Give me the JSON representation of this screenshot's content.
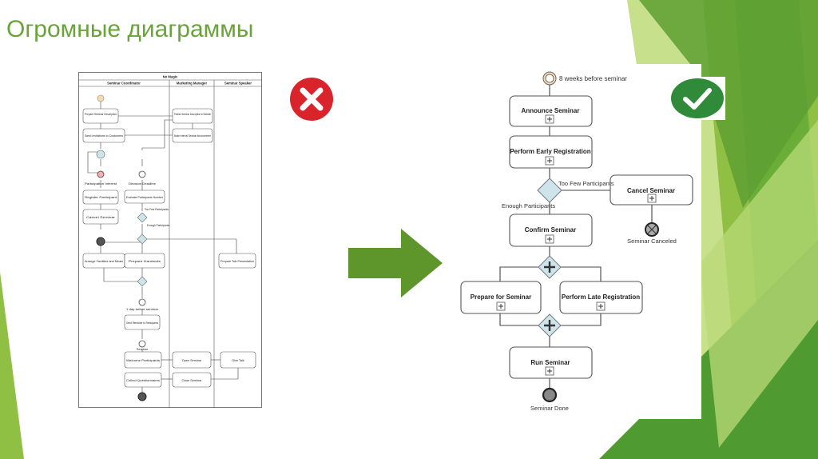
{
  "slide": {
    "title": "Огромные диаграммы"
  },
  "left_diagram": {
    "header": "No Magic",
    "lanes": [
      "Seminar Coordinator",
      "Marketing Manager",
      "Seminar Speaker"
    ],
    "nodes": {
      "prepare_desc": "Prepare Seminar Description",
      "publish": "Publish Seminar Description in Website",
      "send_inv": "Send Invitations to Customers",
      "make_internal": "Make Internal Seminar Anouncement",
      "participation": "Participation Interest",
      "deadline": "Decision Deadline",
      "register": "Register Participant",
      "evaluate": "Evaluate Participants Number",
      "too_few": "Too Few Participants",
      "enough": "Enough Participants",
      "cancel": "Cancel Seminar",
      "arrange": "Arrange Facilities and Meals",
      "handouts": "Prepare Handouts",
      "talk": "Prepare Talk Presentation",
      "one_day": "1 day before seminar",
      "reminder": "Send Reminder to Participants",
      "seminar_evt": "Seminar",
      "welcome": "Welcome Participants",
      "open": "Open Seminar",
      "give_talk": "Give Talk",
      "collect": "Collect Questionnaires",
      "close": "Close Seminar"
    }
  },
  "right_diagram": {
    "start_label": "8 weeks before seminar",
    "announce": "Announce Seminar",
    "early_reg": "Perform Early Registration",
    "too_few": "Too Few Participants",
    "cancel": "Cancel Seminar",
    "canceled": "Seminar Canceled",
    "enough": "Enough Participants",
    "confirm": "Confirm Seminar",
    "prepare": "Prepare for Seminar",
    "late_reg": "Perform Late Registration",
    "run": "Run Seminar",
    "done": "Seminar Done"
  },
  "colors": {
    "title": "#6aa33a",
    "bad": "#d9242c",
    "good": "#2f8a3a",
    "arrow": "#5e962c",
    "deco_light": "#c6e08c",
    "deco_mid": "#8fc044",
    "deco_dark": "#4f9a31",
    "gateway": "#cde5ea"
  },
  "icons": {
    "bad": "cross-mark-icon",
    "good": "check-mark-icon",
    "arrow": "right-arrow-icon"
  }
}
